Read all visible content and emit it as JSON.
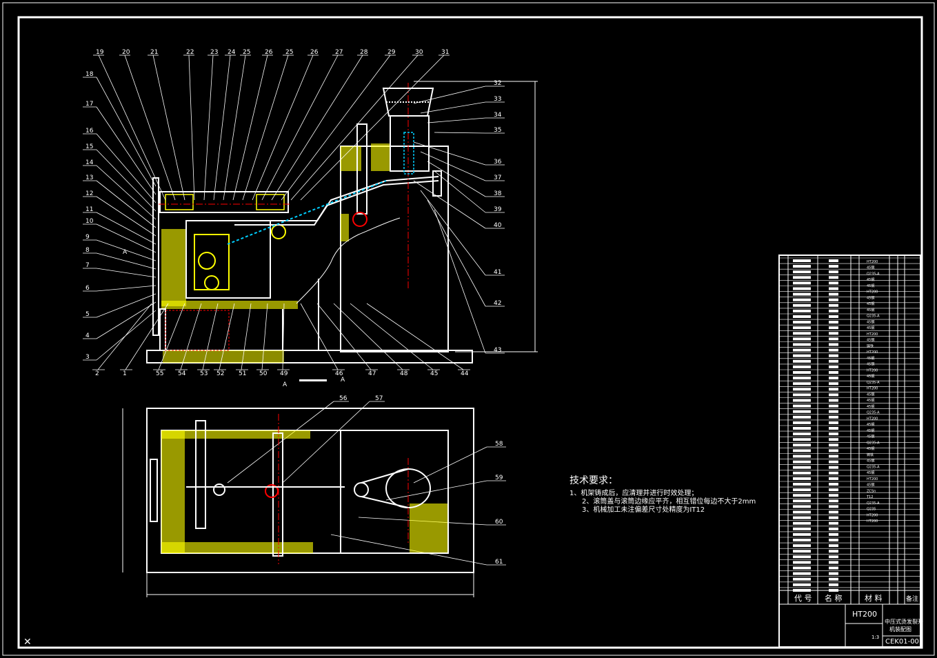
{
  "drawing": {
    "part_callouts_top": [
      "19",
      "20",
      "21",
      "22",
      "23",
      "24",
      "25",
      "26",
      "25",
      "26",
      "27",
      "28",
      "29",
      "30",
      "31"
    ],
    "part_callouts_left": [
      "18",
      "17",
      "16",
      "15",
      "14",
      "13",
      "12",
      "11",
      "10",
      "9",
      "8",
      "7",
      "6",
      "5",
      "4",
      "3"
    ],
    "part_callouts_bottom": [
      "2",
      "1",
      "55",
      "54",
      "53",
      "52",
      "51",
      "50",
      "49",
      "46",
      "47",
      "48",
      "45",
      "44"
    ],
    "part_callouts_right": [
      "32",
      "33",
      "34",
      "35",
      "36",
      "37",
      "38",
      "39",
      "40",
      "41",
      "42",
      "43"
    ],
    "plan_callouts_top": [
      "56",
      "57"
    ],
    "plan_callouts_right": [
      "58",
      "59",
      "60",
      "61"
    ],
    "section_marks": [
      "A",
      "A",
      "A"
    ]
  },
  "technical_requirements": {
    "title": "技术要求：",
    "items": [
      "1、机架铸成后，应清理并进行时效处理；",
      "2、滚筒盖与滚筒边缘应平齐，相互错位每边不大于2mm",
      "3、机械加工未注偏差尺寸处精度为IT12"
    ]
  },
  "title_block": {
    "header_code": "代 号",
    "header_name": "名 称",
    "header_material": "材 料",
    "header_note": "备注",
    "material_main": "HT200",
    "drawing_name_line1": "中压式烫发裂开",
    "drawing_name_line2": "机装配图",
    "drawing_number": "CEK01-00",
    "scale": "1:3"
  },
  "parts_list_materials": [
    "HT200",
    "45钢",
    "Q235-A",
    "45钢",
    "45钢",
    "HT200",
    "45钢",
    "45钢",
    "45钢",
    "Q235-A",
    "45钢",
    "45钢",
    "HT200",
    "45钢",
    "铸铁",
    "HT200",
    "45钢",
    "45钢",
    "HT200",
    "45钢",
    "Q235-A",
    "HT200",
    "45钢",
    "45钢",
    "45钢",
    "Q235-A",
    "HT200",
    "45钢",
    "45钢",
    "45钢",
    "Q235-A",
    "45钢",
    "铸铁",
    "45钢",
    "Q235-A",
    "45钢",
    "HT200",
    "45钢",
    "ZCSn",
    "T12",
    "Q235-A",
    "Q235",
    "HT200",
    "HT200"
  ]
}
